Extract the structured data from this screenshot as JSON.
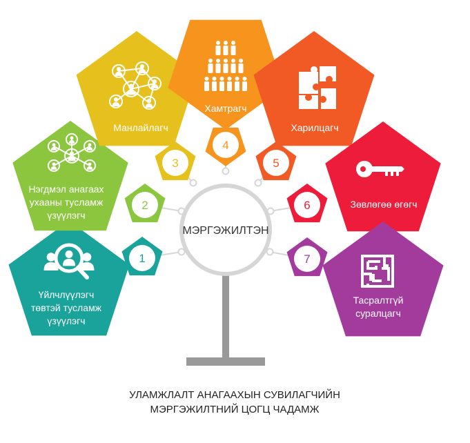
{
  "center": {
    "label": "МЭРГЭЖИЛТЭН"
  },
  "caption": {
    "line1": "УЛАМЖЛАЛТ АНАГААХЫН СУВИЛАГЧИЙН",
    "line2": "МЭРГЭЖИЛТНИЙ ЦОГЦ ЧАДАМЖ"
  },
  "colors": {
    "stem": "#999999",
    "ring": "#d6d6d6"
  },
  "roles": [
    {
      "number": "1",
      "lines": [
        "Үйлчлүүлэгч",
        "төвтэй тусламж",
        "үзүүлэгч"
      ],
      "color": "#1aa39a",
      "icon": "user-search-icon"
    },
    {
      "number": "2",
      "lines": [
        "Нэгдмэл анагаах",
        "ухааны тусламж",
        "үзүүлэгч"
      ],
      "color": "#8cc63f",
      "icon": "network-people-icon"
    },
    {
      "number": "3",
      "lines": [
        "Манлайлагч"
      ],
      "color": "#e6c11e",
      "icon": "connected-people-icon"
    },
    {
      "number": "4",
      "lines": [
        "Хамтрагч"
      ],
      "color": "#f7941d",
      "icon": "group-people-icon"
    },
    {
      "number": "5",
      "lines": [
        "Харилцагч"
      ],
      "color": "#f15a24",
      "icon": "puzzle-icon"
    },
    {
      "number": "6",
      "lines": [
        "Зөвлөгөө өгөгч"
      ],
      "color": "#ed1c3a",
      "icon": "key-icon"
    },
    {
      "number": "7",
      "lines": [
        "Тасралтгүй",
        "суралцагч"
      ],
      "color": "#a23b9c",
      "icon": "maze-icon"
    }
  ]
}
